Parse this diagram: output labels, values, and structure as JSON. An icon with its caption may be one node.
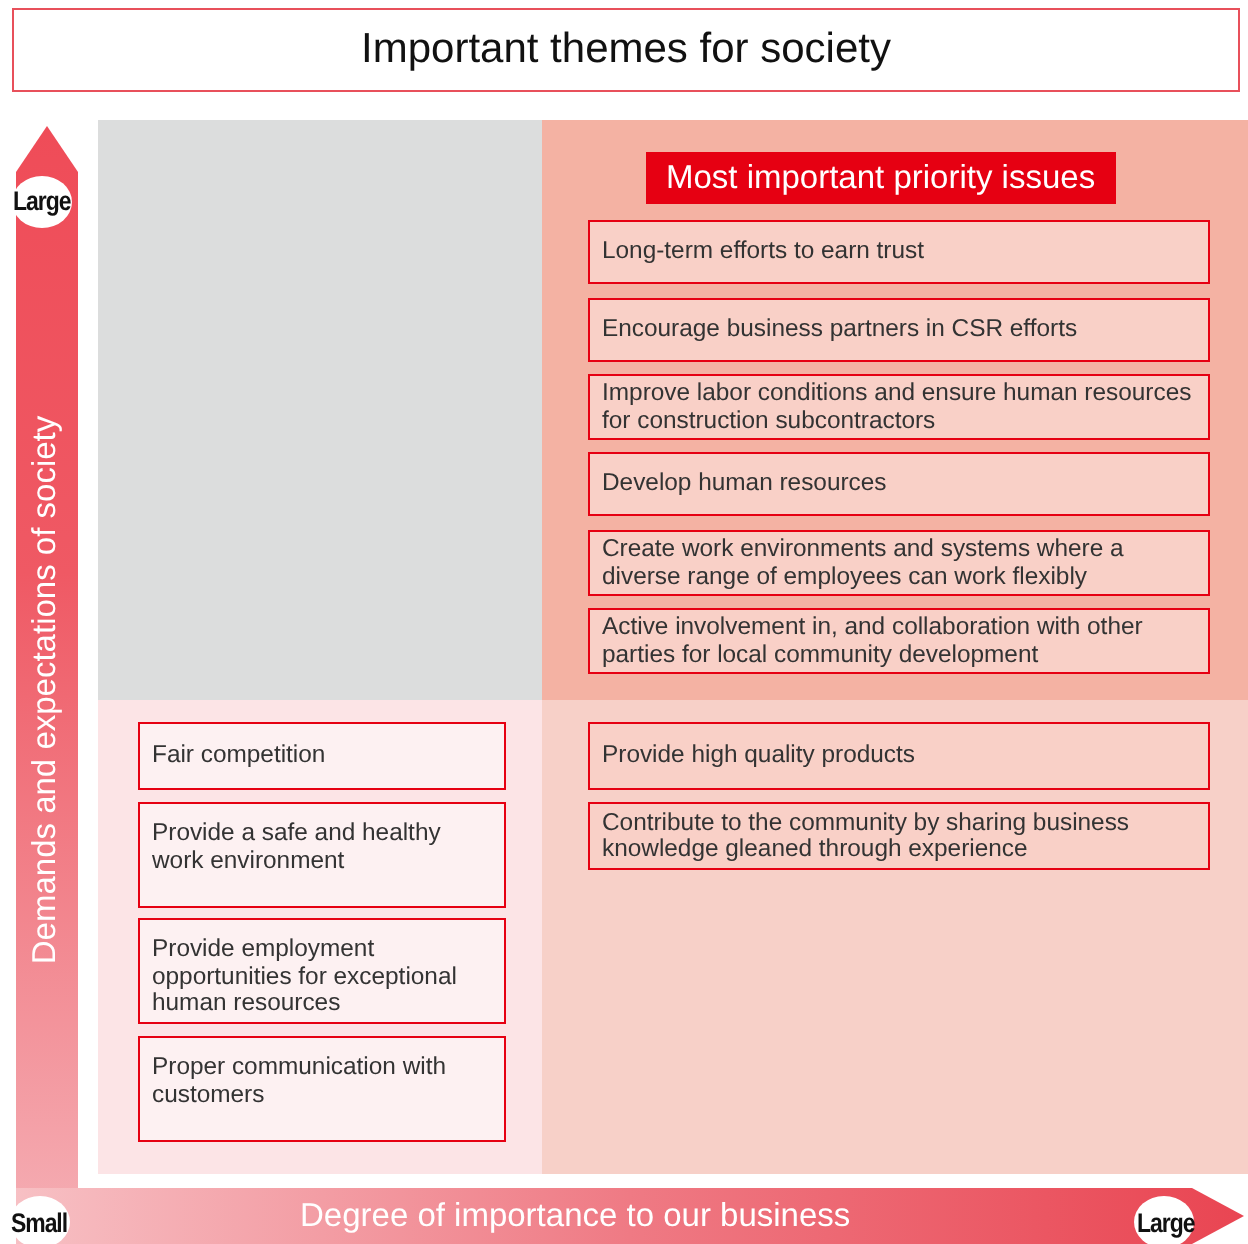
{
  "diagram": {
    "title": "Important themes for society",
    "nodes": [
      {
        "text": [],
        "shape": "box"
      },
      {
        "text": [
          "Most important priority issues"
        ]
      },
      {
        "text": [
          "Long-term efforts to earn trust"
        ],
        "in": 1
      },
      {
        "text": [
          "Encourage business partners in CSR efforts"
        ],
        "in": 1
      },
      {
        "text": [
          "Improve labor conditions and ensure human resources for construction subcontractors"
        ],
        "in": 1
      },
      {
        "text": [
          "Develop human resources"
        ],
        "in": 1
      },
      {
        "text": [
          "Create work environments and systems where a diverse range of employees can work flexibly"
        ],
        "in": 1
      },
      {
        "text": [
          "Active involvement in, and collaboration with other parties for local community development"
        ],
        "in": 1
      },
      {
        "text": [],
        "shape": "box"
      },
      {
        "text": [
          "Fair competition"
        ],
        "in": 8
      },
      {
        "text": [
          "Provide a safe and healthy work environment"
        ],
        "in": 8
      },
      {
        "text": [
          "Provide employment opportunities for exceptional human resources"
        ],
        "in": 8
      },
      {
        "text": [
          "Proper communication with customers"
        ],
        "in": 8
      },
      {
        "text": [],
        "shape": "box"
      },
      {
        "text": [
          "Provide high quality products"
        ],
        "in": 13
      },
      {
        "text": [
          "Contribute to the community by sharing business knowledge gleaned through experience"
        ],
        "in": 13
      }
    ],
    "labels": [
      "Large",
      "Demands and expectations of society",
      "Small",
      "Degree of importance to our business",
      "Large"
    ]
  }
}
